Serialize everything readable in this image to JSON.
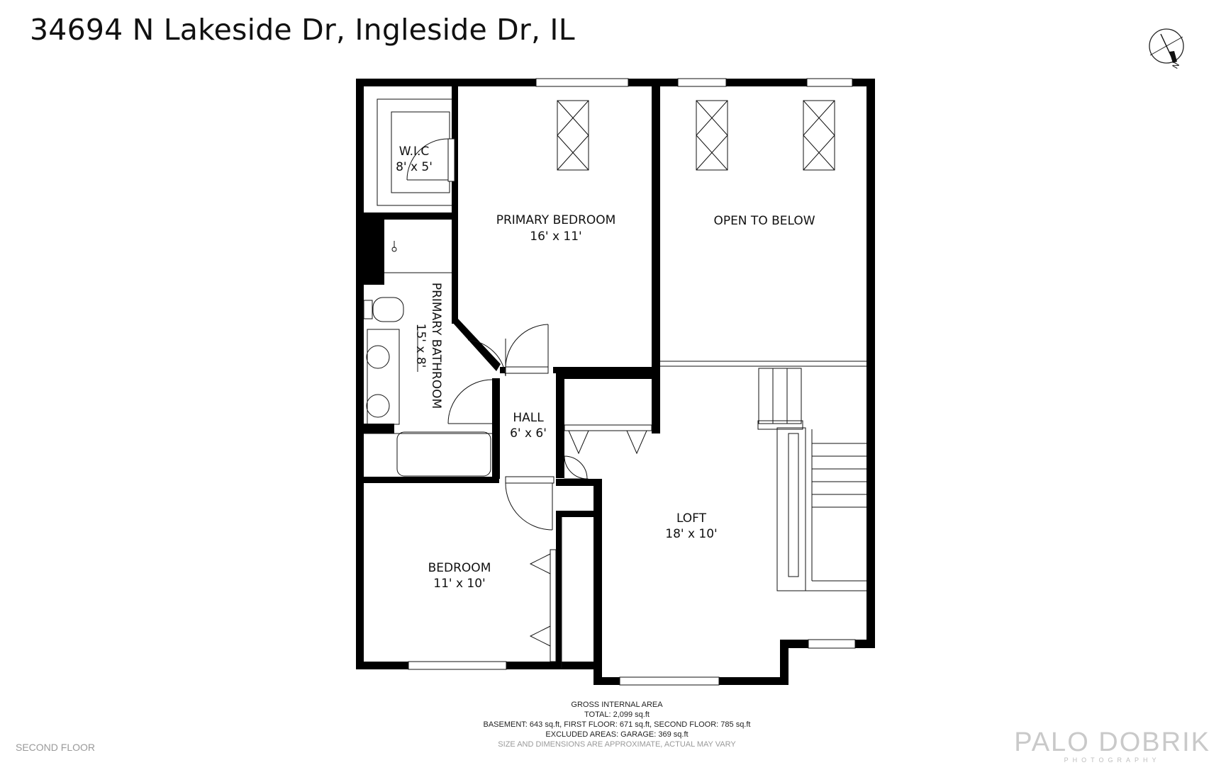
{
  "title": "34694 N Lakeside Dr, Ingleside Dr, IL",
  "compass_letter": "N",
  "rooms": [
    {
      "name": "W.I.C",
      "size": "8' x 5'"
    },
    {
      "name": "PRIMARY BEDROOM",
      "size": "16' x 11'"
    },
    {
      "name": "OPEN TO BELOW",
      "size": ""
    },
    {
      "name": "PRIMARY BATHROOM",
      "size": "15' x 8'"
    },
    {
      "name": "HALL",
      "size": "6' x 6'"
    },
    {
      "name": "LOFT",
      "size": "18' x 10'"
    },
    {
      "name": "BEDROOM",
      "size": "11' x 10'"
    }
  ],
  "area": {
    "heading": "GROSS INTERNAL AREA",
    "total": "TOTAL: 2,099 sq.ft",
    "breakdown": "BASEMENT: 643 sq.ft, FIRST FLOOR: 671 sq.ft, SECOND FLOOR: 785 sq.ft",
    "excluded": "EXCLUDED AREAS: GARAGE: 369 sq.ft",
    "note": "SIZE AND DIMENSIONS ARE APPROXIMATE, ACTUAL MAY VARY"
  },
  "floor_label": "SECOND FLOOR",
  "brand": {
    "name": "PALO DOBRIK",
    "tagline": "PHOTOGRAPHY"
  }
}
